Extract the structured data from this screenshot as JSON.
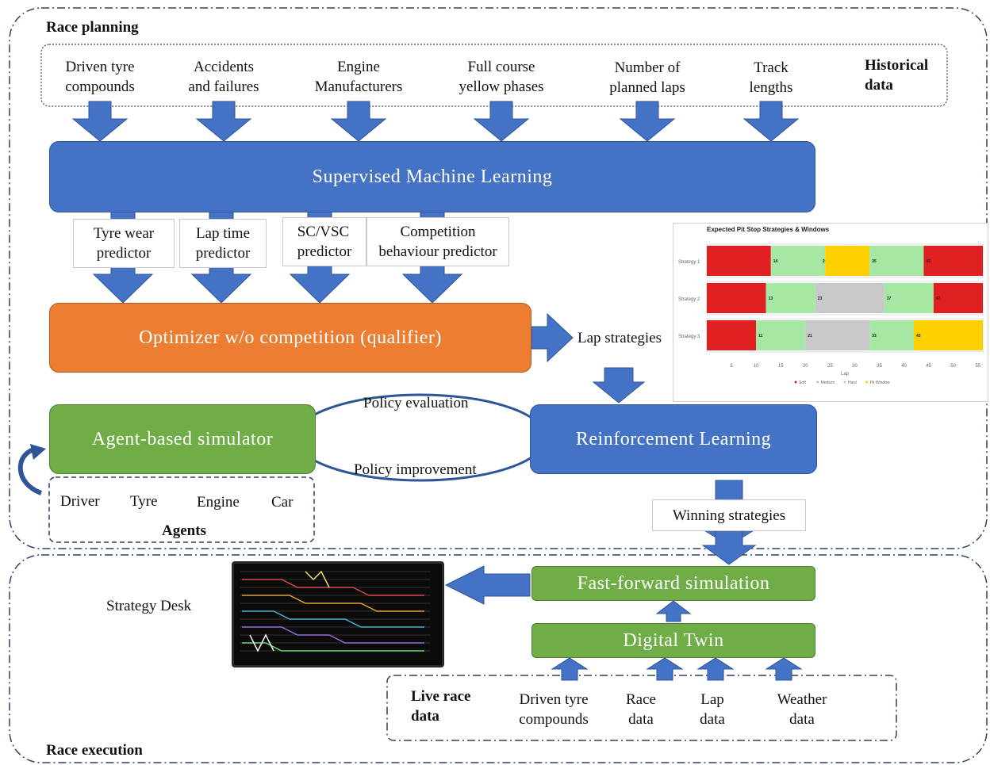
{
  "sections": {
    "planning": "Race planning",
    "execution": "Race execution"
  },
  "historical": {
    "label": "Historical\ndata",
    "items": [
      {
        "line1": "Driven tyre",
        "line2": "compounds"
      },
      {
        "line1": "Accidents",
        "line2": "and failures"
      },
      {
        "line1": "Engine",
        "line2": "Manufacturers"
      },
      {
        "line1": "Full course",
        "line2": "yellow phases"
      },
      {
        "line1": "Number of",
        "line2": "planned laps"
      },
      {
        "line1": "Track",
        "line2": "lengths"
      }
    ]
  },
  "sml": "Supervised Machine Learning",
  "predictors": [
    {
      "line1": "Tyre wear",
      "line2": "predictor"
    },
    {
      "line1": "Lap time",
      "line2": "predictor"
    },
    {
      "line1": "SC/VSC",
      "line2": "predictor"
    },
    {
      "line1": "Competition",
      "line2": "behaviour predictor"
    }
  ],
  "optimizer": "Optimizer w/o competition (qualifier)",
  "lap_strategies": "Lap strategies",
  "chart_data": {
    "type": "bar",
    "title": "Expected Pit Stop Strategies & Windows",
    "xlabel": "Lap",
    "xticks": [
      5,
      10,
      15,
      20,
      25,
      30,
      35,
      40,
      45,
      50,
      55
    ],
    "xlim": [
      0,
      56
    ],
    "legend": [
      "Soft",
      "Medium",
      "Hard",
      "Pit Window"
    ],
    "legend_colors": [
      "#e02020",
      "#90e090",
      "#c8c8c8",
      "#ffd000"
    ],
    "series": [
      {
        "name": "Strategy 1",
        "segments": [
          {
            "from": 0,
            "to": 13,
            "color": "#e02020",
            "label": ""
          },
          {
            "from": 13,
            "to": 23,
            "color": "#a4e8a4",
            "label": "14"
          },
          {
            "from": 23,
            "to": 24,
            "color": "#a4e8a4",
            "label": "24"
          },
          {
            "from": 24,
            "to": 33,
            "color": "#ffd000",
            "label": ""
          },
          {
            "from": 33,
            "to": 44,
            "color": "#a4e8a4",
            "label": "35"
          },
          {
            "from": 44,
            "to": 56,
            "color": "#e02020",
            "label": "45"
          }
        ]
      },
      {
        "name": "Strategy 2",
        "segments": [
          {
            "from": 0,
            "to": 12,
            "color": "#e02020",
            "label": ""
          },
          {
            "from": 12,
            "to": 22,
            "color": "#a4e8a4",
            "label": "13"
          },
          {
            "from": 22,
            "to": 36,
            "color": "#c8c8c8",
            "label": "23"
          },
          {
            "from": 36,
            "to": 46,
            "color": "#a4e8a4",
            "label": "37"
          },
          {
            "from": 46,
            "to": 56,
            "color": "#e02020",
            "label": "47"
          }
        ]
      },
      {
        "name": "Strategy 3",
        "segments": [
          {
            "from": 0,
            "to": 10,
            "color": "#e02020",
            "label": ""
          },
          {
            "from": 10,
            "to": 20,
            "color": "#a4e8a4",
            "label": "11"
          },
          {
            "from": 20,
            "to": 33,
            "color": "#c8c8c8",
            "label": "21"
          },
          {
            "from": 33,
            "to": 42,
            "color": "#a4e8a4",
            "label": "33"
          },
          {
            "from": 42,
            "to": 56,
            "color": "#ffd000",
            "label": "43"
          }
        ]
      }
    ]
  },
  "abs": "Agent-based  simulator",
  "rl": "Reinforcement  Learning",
  "policy_eval": "Policy evaluation",
  "policy_improve": "Policy improvement",
  "agents": {
    "items": [
      "Driver",
      "Tyre",
      "Engine",
      "Car"
    ],
    "label": "Agents"
  },
  "winning": "Winning strategies",
  "ffs": "Fast-forward  simulation",
  "dt": "Digital  Twin",
  "strategy_desk": "Strategy Desk",
  "live": {
    "label_line1": "Live race",
    "label_line2": "data",
    "items": [
      {
        "line1": "Driven tyre",
        "line2": "compounds"
      },
      {
        "line1": "Race",
        "line2": "data"
      },
      {
        "line1": "Lap",
        "line2": "data"
      },
      {
        "line1": "Weather",
        "line2": "data"
      }
    ]
  },
  "colors": {
    "blue": "#4472c4",
    "green": "#70ad47",
    "orange": "#ed7d31"
  }
}
